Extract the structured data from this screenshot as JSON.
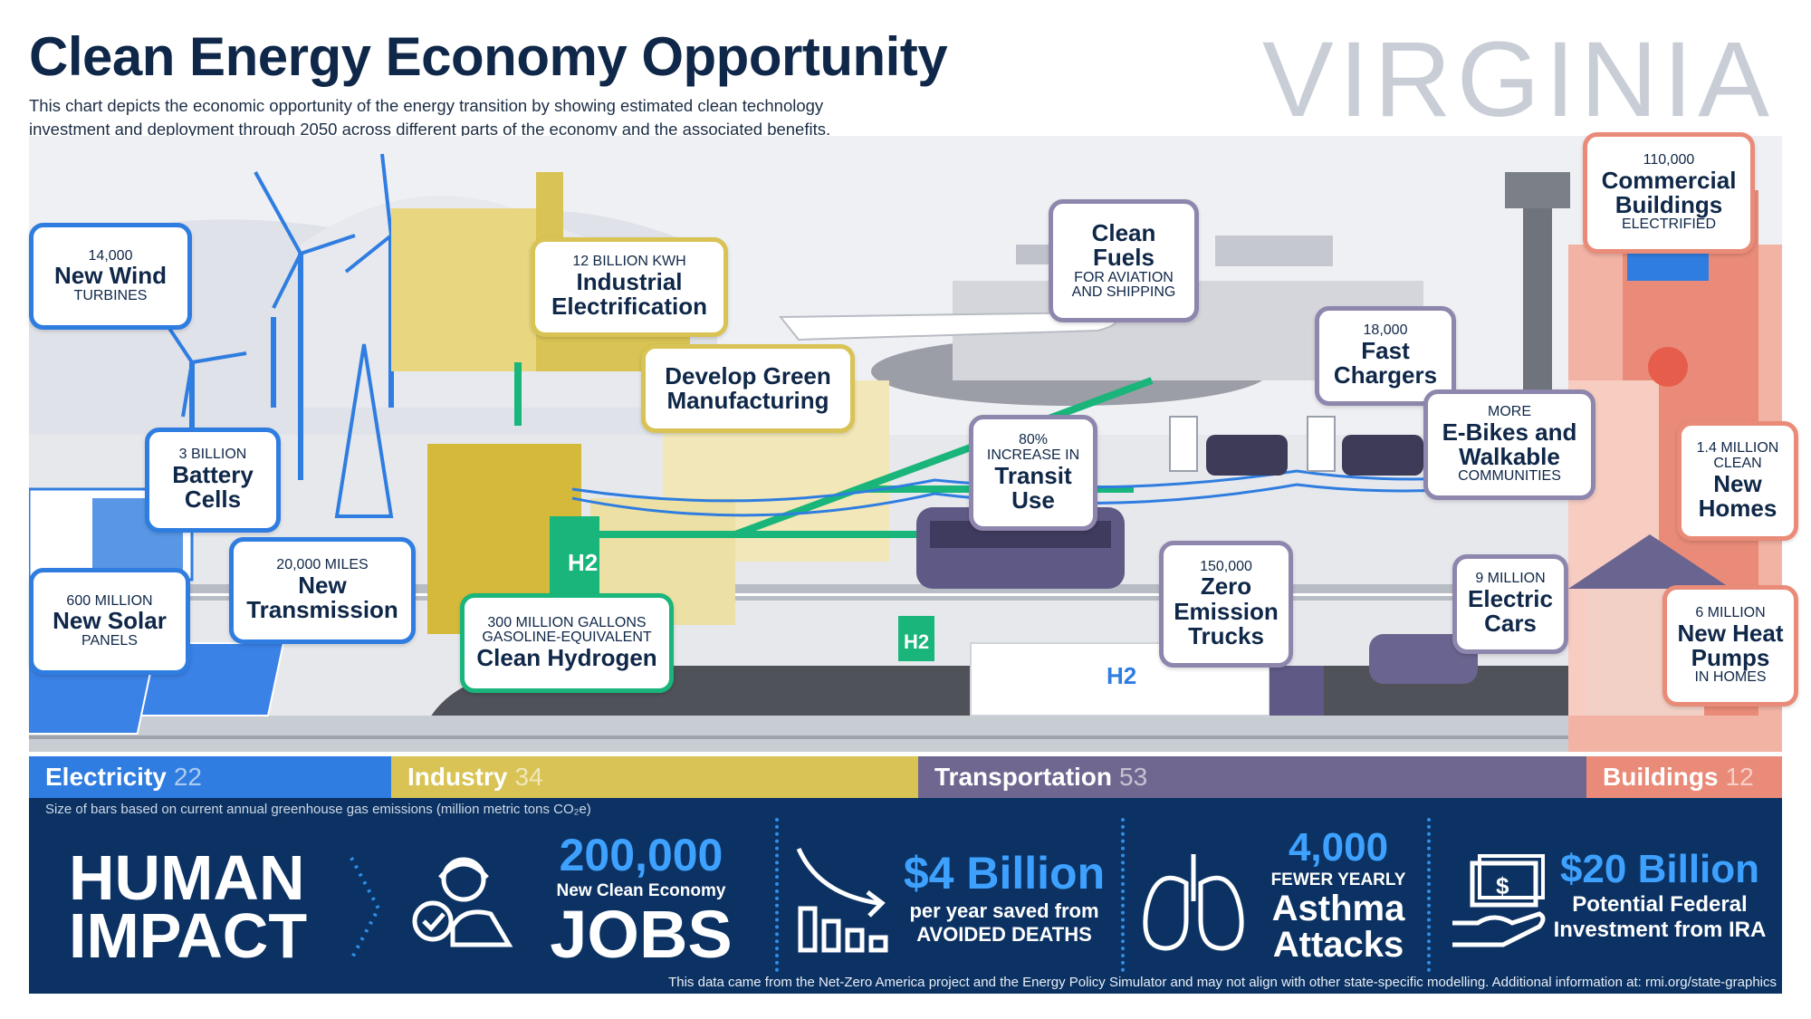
{
  "header": {
    "title": "Clean Energy Economy Opportunity",
    "subtitle_line1": "This chart depicts the economic opportunity of the energy transition by showing estimated clean technology",
    "subtitle_line2": "investment and deployment through 2050 across different parts of the economy and the associated benefits.",
    "state": "VIRGINIA"
  },
  "callouts": {
    "wind": {
      "number": "14,000",
      "label": "New Wind",
      "sub": "TURBINES"
    },
    "battery": {
      "number": "3 BILLION",
      "label_1": "Battery",
      "label_2": "Cells"
    },
    "solar": {
      "number": "600 MILLION",
      "label": "New Solar",
      "sub": "PANELS"
    },
    "transmission": {
      "number": "20,000 MILES",
      "label_1": "New",
      "label_2": "Transmission"
    },
    "industrial": {
      "number": "12 BILLION KWH",
      "label_1": "Industrial",
      "label_2": "Electrification"
    },
    "manufacturing": {
      "label_1": "Develop Green",
      "label_2": "Manufacturing"
    },
    "hydrogen": {
      "number": "300 MILLION GALLONS",
      "sub": "GASOLINE-EQUIVALENT",
      "label": "Clean Hydrogen"
    },
    "fuels": {
      "label_1": "Clean",
      "label_2": "Fuels",
      "sub_1": "FOR AVIATION",
      "sub_2": "AND SHIPPING"
    },
    "transit": {
      "number": "80%",
      "sub": "INCREASE IN",
      "label_1": "Transit",
      "label_2": "Use"
    },
    "chargers": {
      "number": "18,000",
      "label_1": "Fast",
      "label_2": "Chargers"
    },
    "ebikes": {
      "number": "MORE",
      "label_1": "E-Bikes and",
      "label_2": "Walkable",
      "sub": "COMMUNITIES"
    },
    "trucks": {
      "number": "150,000",
      "label_1": "Zero",
      "label_2": "Emission",
      "label_3": "Trucks"
    },
    "cars": {
      "number": "9 MILLION",
      "label_1": "Electric",
      "label_2": "Cars"
    },
    "commercial": {
      "number": "110,000",
      "label_1": "Commercial",
      "label_2": "Buildings",
      "sub": "ELECTRIFIED"
    },
    "homes": {
      "number": "1.4 MILLION",
      "sub": "CLEAN",
      "label_1": "New",
      "label_2": "Homes"
    },
    "heatpumps": {
      "number": "6 MILLION",
      "label_1": "New Heat",
      "label_2": "Pumps",
      "sub": "IN HOMES"
    }
  },
  "scene_labels": {
    "h2_plant": "H2",
    "h2_pump": "H2",
    "truck_h2": "H2"
  },
  "sectors": [
    {
      "name": "Electricity",
      "value": "22",
      "color": "#2f7de0"
    },
    {
      "name": "Industry",
      "value": "34",
      "color": "#d8c354"
    },
    {
      "name": "Transportation",
      "value": "53",
      "color": "#6f6790"
    },
    {
      "name": "Buildings",
      "value": "12",
      "color": "#e98b78"
    }
  ],
  "impact": {
    "note": "Size of bars based on current annual greenhouse gas emissions (million metric tons CO₂e)",
    "heading_1": "HUMAN",
    "heading_2": "IMPACT",
    "jobs": {
      "number": "200,000",
      "label": "New Clean Economy",
      "big": "JOBS"
    },
    "deaths": {
      "number": "$4 Billion",
      "label_1": "per year saved from",
      "label_2": "AVOIDED DEATHS"
    },
    "asthma": {
      "number": "4,000",
      "label": "FEWER YEARLY",
      "big_1": "Asthma",
      "big_2": "Attacks"
    },
    "ira": {
      "number": "$20 Billion",
      "label_1": "Potential Federal",
      "label_2": "Investment from IRA"
    },
    "footer": "This data came from the Net-Zero America project and the Energy Policy Simulator and may not align with other state-specific modelling. Additional information at: rmi.org/state-graphics"
  }
}
